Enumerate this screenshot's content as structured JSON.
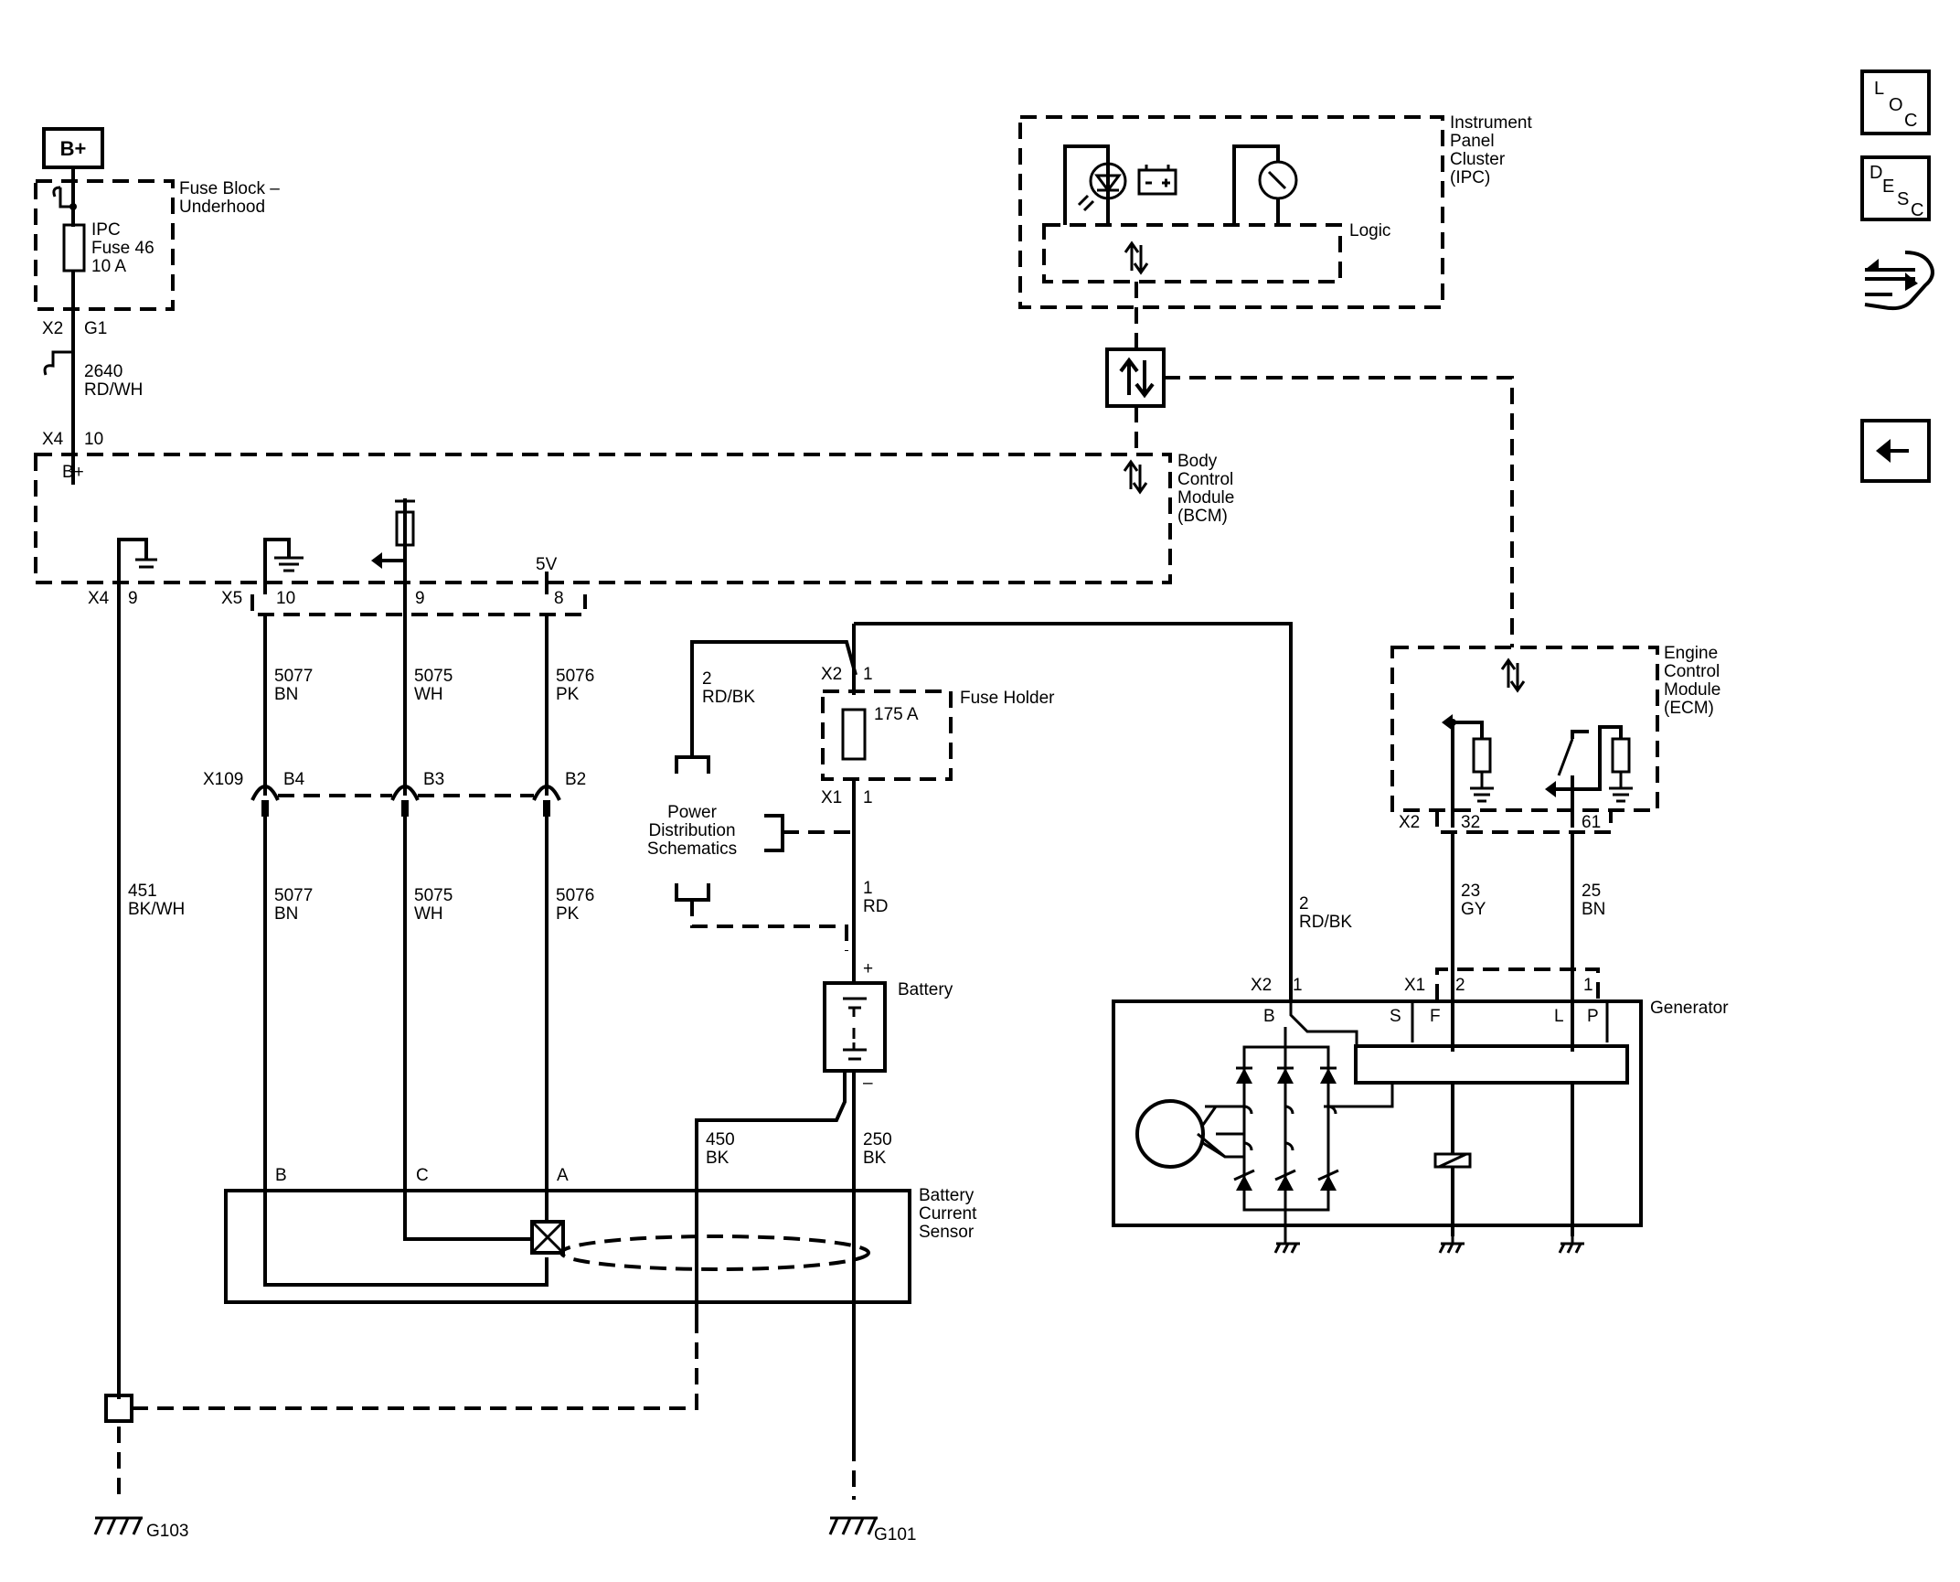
{
  "bplus_box": "B+",
  "fuse_block": {
    "title_1": "Fuse Block –",
    "title_2": "Underhood",
    "fuse_line_1": "IPC",
    "fuse_line_2": "Fuse 46",
    "fuse_line_3": "10 A",
    "conn": "X2",
    "pin": "G1"
  },
  "wire_2640": {
    "num": "2640",
    "color": "RD/WH"
  },
  "bcm": {
    "title_1": "Body",
    "title_2": "Control",
    "title_3": "Module",
    "title_4": "(BCM)",
    "x4": "X4",
    "x4_pin_10": "10",
    "bplus": "B+",
    "x4_b": "X4",
    "pin_9": "9",
    "x5": "X5",
    "x5_pin_10": "10",
    "x5_pin_9": "9",
    "x5_pin_8": "8",
    "v5": "5V"
  },
  "ipc": {
    "title_1": "Instrument",
    "title_2": "Panel",
    "title_3": "Cluster",
    "title_4": "(IPC)",
    "logic": "Logic"
  },
  "ecm": {
    "title_1": "Engine",
    "title_2": "Control",
    "title_3": "Module",
    "title_4": "(ECM)",
    "conn": "X2",
    "pin_32": "32",
    "pin_61": "61"
  },
  "wires": {
    "w5077": {
      "num": "5077",
      "color": "BN"
    },
    "w5075": {
      "num": "5075",
      "color": "WH"
    },
    "w5076": {
      "num": "5076",
      "color": "PK"
    },
    "w451": {
      "num": "451",
      "color": "BK/WH"
    },
    "w2_top": {
      "num": "2",
      "color": "RD/BK"
    },
    "w2_gen": {
      "num": "2",
      "color": "RD/BK"
    },
    "w1": {
      "num": "1",
      "color": "RD"
    },
    "w23": {
      "num": "23",
      "color": "GY"
    },
    "w25": {
      "num": "25",
      "color": "BN"
    },
    "w450": {
      "num": "450",
      "color": "BK"
    },
    "w250": {
      "num": "250",
      "color": "BK"
    }
  },
  "x109": {
    "conn": "X109",
    "b4": "B4",
    "b3": "B3",
    "b2": "B2"
  },
  "fuse_holder": {
    "title": "Fuse Holder",
    "rating": "175 A",
    "x2": "X2",
    "x2_pin": "1",
    "x1": "X1",
    "x1_pin": "1"
  },
  "power_dist": {
    "line_1": "Power",
    "line_2": "Distribution",
    "line_3": "Schematics"
  },
  "battery": {
    "title": "Battery",
    "plus": "+",
    "minus": "–"
  },
  "sensor": {
    "title_1": "Battery",
    "title_2": "Current",
    "title_3": "Sensor",
    "pin_b": "B",
    "pin_c": "C",
    "pin_a": "A"
  },
  "generator": {
    "title": "Generator",
    "x2": "X2",
    "x2_pin": "1",
    "x1": "X1",
    "x1_pin_2": "2",
    "x1_pin_1": "1",
    "term_b": "B",
    "term_s": "S",
    "term_f": "F",
    "term_l": "L",
    "term_p": "P"
  },
  "grounds": {
    "g103": "G103",
    "g101": "G101"
  },
  "side_icons": {
    "loc_1": "L",
    "loc_2": "O",
    "loc_3": "C",
    "desc_1": "D",
    "desc_2": "E",
    "desc_3": "S",
    "desc_4": "C"
  }
}
